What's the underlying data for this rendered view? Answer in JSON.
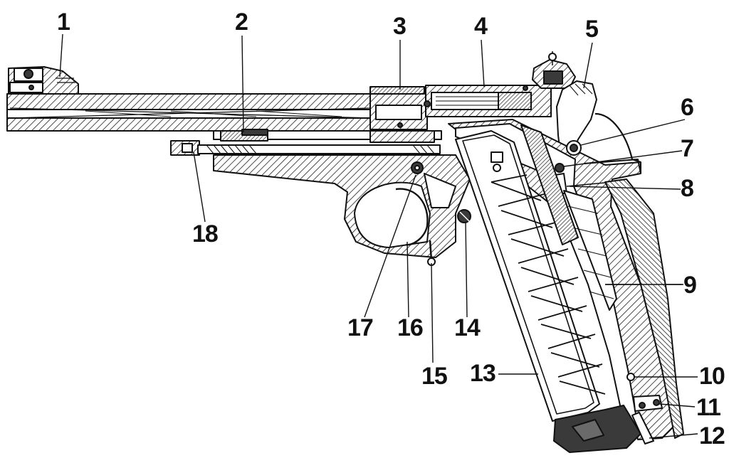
{
  "figure": {
    "callouts": [
      {
        "label": "1"
      },
      {
        "label": "2"
      },
      {
        "label": "3"
      },
      {
        "label": "4"
      },
      {
        "label": "5"
      },
      {
        "label": "6"
      },
      {
        "label": "7"
      },
      {
        "label": "8"
      },
      {
        "label": "9"
      },
      {
        "label": "10"
      },
      {
        "label": "11"
      },
      {
        "label": "12"
      },
      {
        "label": "13"
      },
      {
        "label": "14"
      },
      {
        "label": "15"
      },
      {
        "label": "16"
      },
      {
        "label": "17"
      },
      {
        "label": "18"
      }
    ],
    "colors": {
      "ink": "#111111",
      "paper": "#ffffff",
      "solid": "#3a3a3a"
    }
  }
}
